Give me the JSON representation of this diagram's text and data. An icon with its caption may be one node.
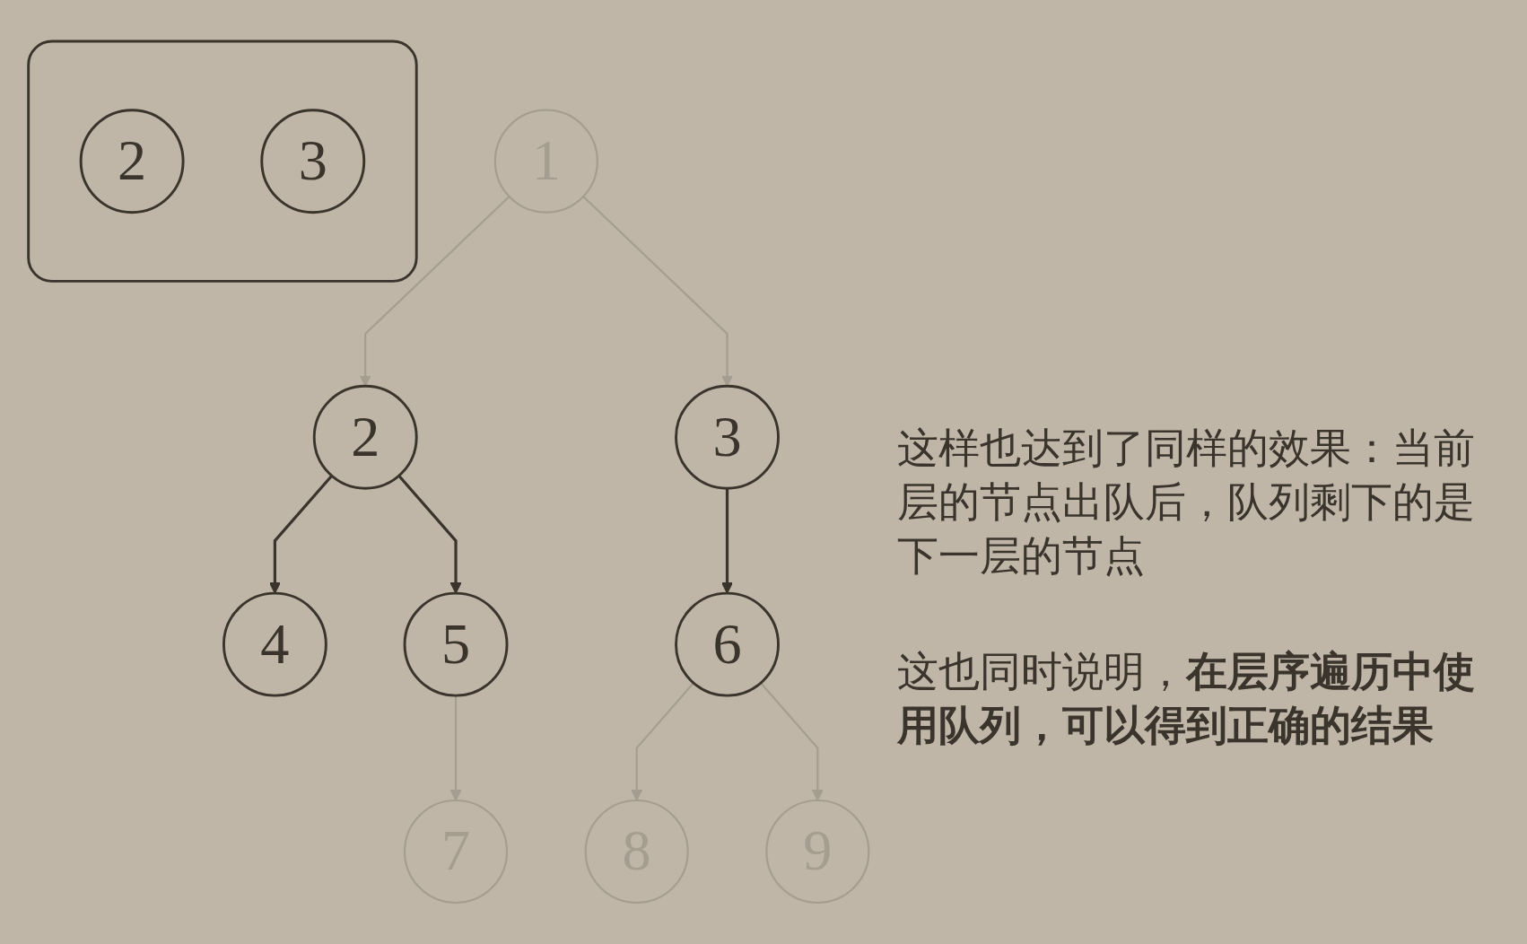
{
  "diagram": {
    "nodes": [
      {
        "text": [
          "1"
        ]
      },
      {
        "text": [
          "2"
        ]
      },
      {
        "text": [
          "3"
        ]
      },
      {
        "text": [
          "4"
        ]
      },
      {
        "text": [
          "5"
        ]
      },
      {
        "text": [
          "6"
        ]
      },
      {
        "text": [
          "7"
        ]
      },
      {
        "text": [
          "8"
        ]
      },
      {
        "text": [
          "9"
        ]
      },
      {
        "text": [],
        "shape": "box"
      },
      {
        "text": [
          "2"
        ],
        "in": 9
      },
      {
        "text": [
          "3"
        ],
        "in": 9
      }
    ],
    "edges": [
      {
        "from": 0,
        "to": 1,
        "arrow": "to"
      },
      {
        "from": 0,
        "to": 2,
        "arrow": "to"
      },
      {
        "from": 1,
        "to": 3,
        "arrow": "to",
        "color": "#3a342c"
      },
      {
        "from": 1,
        "to": 4,
        "arrow": "to",
        "color": "#3a342c"
      },
      {
        "from": 2,
        "to": 5,
        "arrow": "to",
        "color": "#3a342c"
      },
      {
        "from": 4,
        "to": 6,
        "arrow": "to"
      },
      {
        "from": 5,
        "to": 7,
        "arrow": "to"
      },
      {
        "from": 5,
        "to": 8,
        "arrow": "to"
      }
    ],
    "labels": [
      "这样也达到了同样的效果：当前层的节点出队后，队列剩下的是下一层的节点",
      "这也同时说明，**在层序遍历中使用队列，可以得到正确的结果**"
    ]
  }
}
